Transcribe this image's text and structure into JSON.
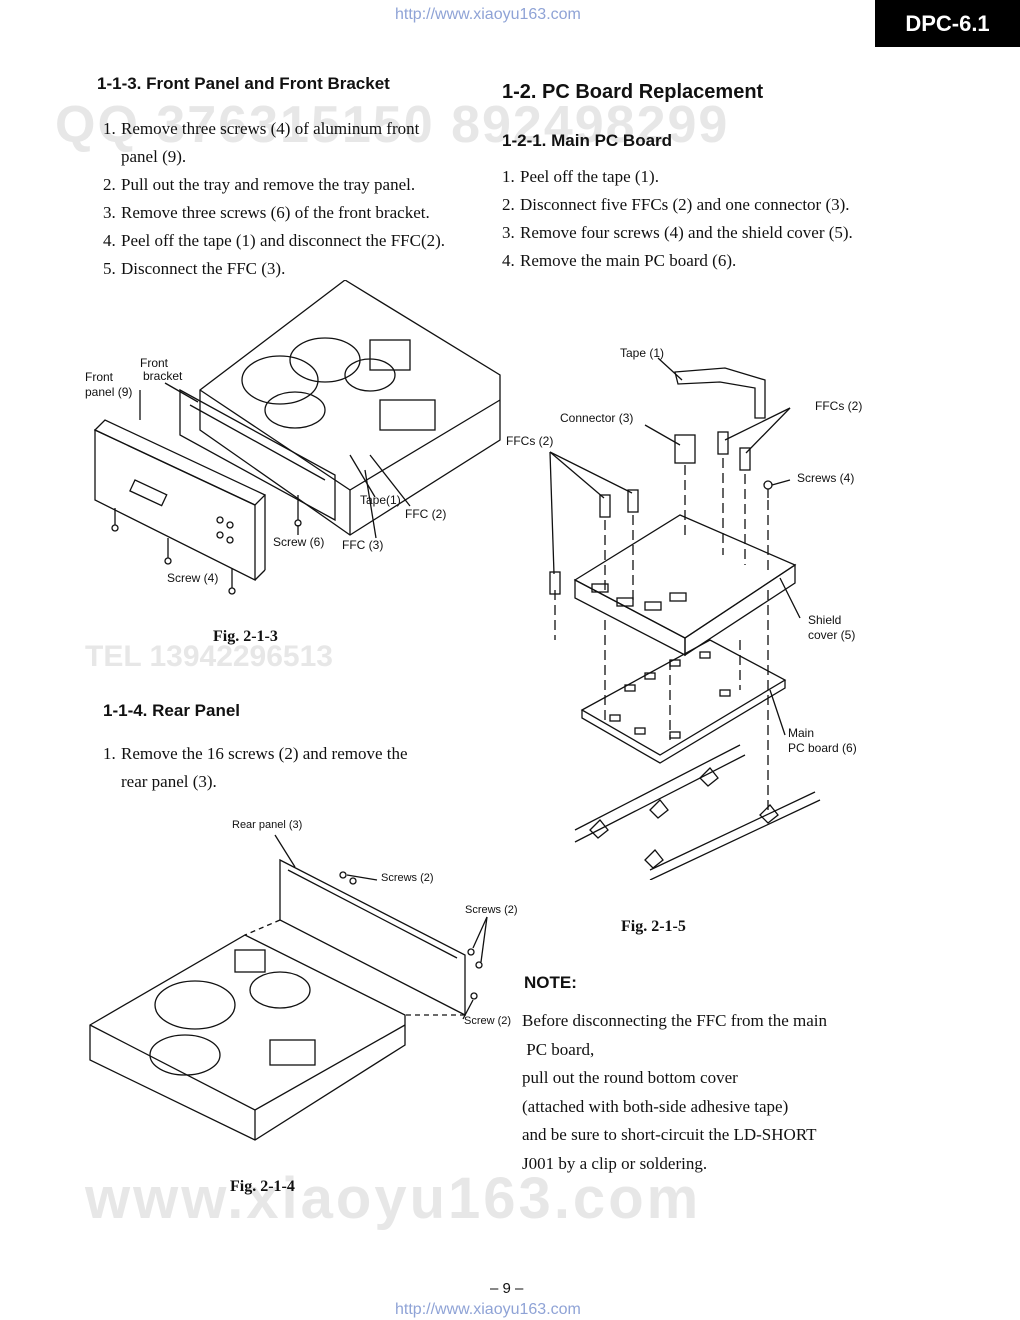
{
  "header": {
    "url": "http://www.xiaoyu163.com",
    "model_badge": "DPC-6.1"
  },
  "watermarks": {
    "qq_line": "QQ 376315150   892498299",
    "tel_line": "TEL 13942296513",
    "site": "www.xiaoyu163.com"
  },
  "left": {
    "section_113": {
      "title": "1-1-3. Front Panel and Front Bracket",
      "steps": [
        {
          "num": "1.",
          "text": "Remove three screws (4) of aluminum front",
          "cont": "panel (9)."
        },
        {
          "num": "2.",
          "text": "Pull out the tray and remove the tray panel."
        },
        {
          "num": "3.",
          "text": "Remove three screws (6) of the front bracket."
        },
        {
          "num": "4.",
          "text": "Peel off the tape (1) and disconnect the FFC(2)."
        },
        {
          "num": "5.",
          "text": "Disconnect the FFC (3)."
        }
      ],
      "figure": {
        "caption": "Fig. 2-1-3",
        "labels": {
          "front_panel_1": "Front",
          "front_panel_2": "panel (9)",
          "front_bracket_1": "Front",
          "front_bracket_2": "bracket",
          "tape": "Tape(1)",
          "ffc2": "FFC (2)",
          "screw6": "Screw (6)",
          "ffc3": "FFC (3)",
          "screw4": "Screw (4)"
        }
      }
    },
    "section_114": {
      "title": "1-1-4. Rear Panel",
      "steps": [
        {
          "num": "1.",
          "text": "Remove the 16 screws (2) and remove the",
          "cont": "rear panel (3)."
        }
      ],
      "figure": {
        "caption": "Fig. 2-1-4",
        "labels": {
          "rear_panel": "Rear panel (3)",
          "screws_a": "Screws (2)",
          "screws_b": "Screws (2)",
          "screw_c": "Screw (2)"
        }
      }
    }
  },
  "right": {
    "section_12": {
      "title": "1-2. PC Board Replacement"
    },
    "section_121": {
      "title": "1-2-1. Main PC Board",
      "steps": [
        {
          "num": "1.",
          "text": "Peel off the tape (1)."
        },
        {
          "num": "2.",
          "text": "Disconnect five FFCs (2) and one connector (3)."
        },
        {
          "num": "3.",
          "text": "Remove four screws (4) and the shield cover (5)."
        },
        {
          "num": "4.",
          "text": "Remove the main PC board (6)."
        }
      ],
      "figure": {
        "caption": "Fig. 2-1-5",
        "labels": {
          "tape": "Tape (1)",
          "connector": "Connector (3)",
          "ffcs_right": "FFCs (2)",
          "ffcs_left": "FFCs (2)",
          "screws": "Screws (4)",
          "shield_1": "Shield",
          "shield_2": "cover (5)",
          "main_1": "Main",
          "main_2": "PC board (6)"
        }
      }
    },
    "note": {
      "title": "NOTE:",
      "lines": [
        "Before disconnecting the FFC from the main",
        " PC board,",
        "pull out the round bottom cover",
        "(attached with both-side adhesive tape)",
        "and be sure to short-circuit the LD-SHORT",
        "J001 by a clip or soldering."
      ]
    }
  },
  "footer": {
    "page_number": "– 9 –",
    "url": "http://www.xiaoyu163.com"
  }
}
